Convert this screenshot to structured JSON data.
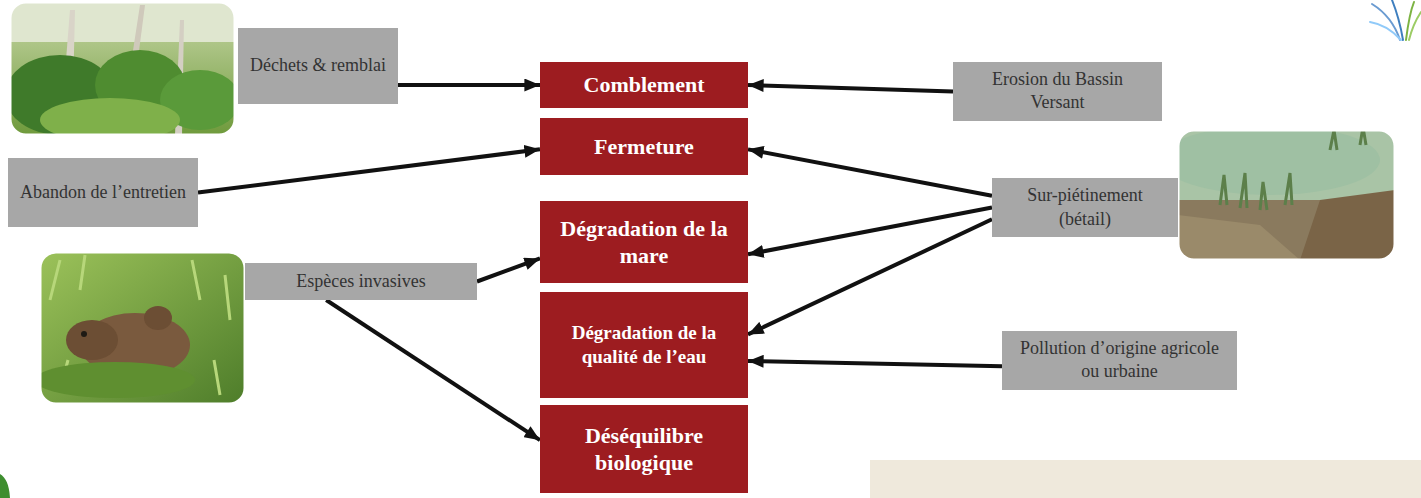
{
  "diagram": {
    "nodes": [
      {
        "text": [
          "Déchets & remblai"
        ]
      },
      {
        "text": [
          "Comblement"
        ]
      },
      {
        "text": [
          "Erosion du Bassin Versant"
        ]
      },
      {
        "text": [
          "Abandon de l’entretien"
        ]
      },
      {
        "text": [
          "Fermeture"
        ]
      },
      {
        "text": [
          "Sur-piétinement (bétail)"
        ]
      },
      {
        "text": [
          "Dégradation de la mare"
        ]
      },
      {
        "text": [
          "Espèces invasives"
        ]
      },
      {
        "text": [
          "Dégradation de la qualité de l’eau"
        ]
      },
      {
        "text": [
          "Pollution d’origine agricole ou urbaine"
        ]
      },
      {
        "text": [
          "Déséquilibre biologique"
        ]
      }
    ],
    "edges": [
      {
        "from": 0,
        "to": 1,
        "arrow": "to"
      },
      {
        "from": 2,
        "to": 1,
        "arrow": "to"
      },
      {
        "from": 3,
        "to": 4,
        "arrow": "to"
      },
      {
        "from": 5,
        "to": 4,
        "arrow": "to"
      },
      {
        "from": 5,
        "to": 6,
        "arrow": "to"
      },
      {
        "from": 5,
        "to": 8,
        "arrow": "to"
      },
      {
        "from": 7,
        "to": 6,
        "arrow": "to"
      },
      {
        "from": 7,
        "to": 10,
        "arrow": "to"
      },
      {
        "from": 9,
        "to": 8,
        "arrow": "to"
      }
    ]
  }
}
